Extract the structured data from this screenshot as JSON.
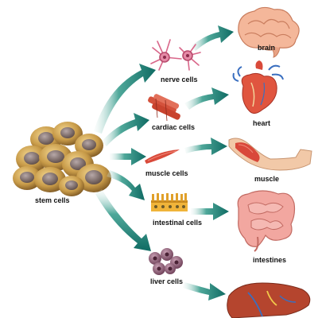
{
  "labels": {
    "source": "stem cells",
    "nerve_cells": "nerve cells",
    "cardiac_cells": "cardiac cells",
    "muscle_cells": "muscle cells",
    "intestinal_cells": "intestinal cells",
    "liver_cells": "liver cells",
    "brain": "brain",
    "heart": "heart",
    "muscle": "muscle",
    "intestines": "intestines"
  },
  "colors": {
    "arrow_dark": "#0f6b63",
    "arrow_light": "#4fa89a",
    "stem_cell": "#b8893a",
    "stem_nucleus": "#6e5a52"
  },
  "icons": {
    "stem": "stem-cell-cluster",
    "nerve": "neuron",
    "cardiac": "cardiac-fiber",
    "muscle_cell": "muscle-fiber",
    "intestinal": "intestinal-villi",
    "liver_cell": "hepatocyte-cluster",
    "brain": "brain-organ",
    "heart": "heart-organ",
    "muscle": "muscle-organ",
    "intestines": "intestines-organ",
    "liver": "liver-organ"
  }
}
